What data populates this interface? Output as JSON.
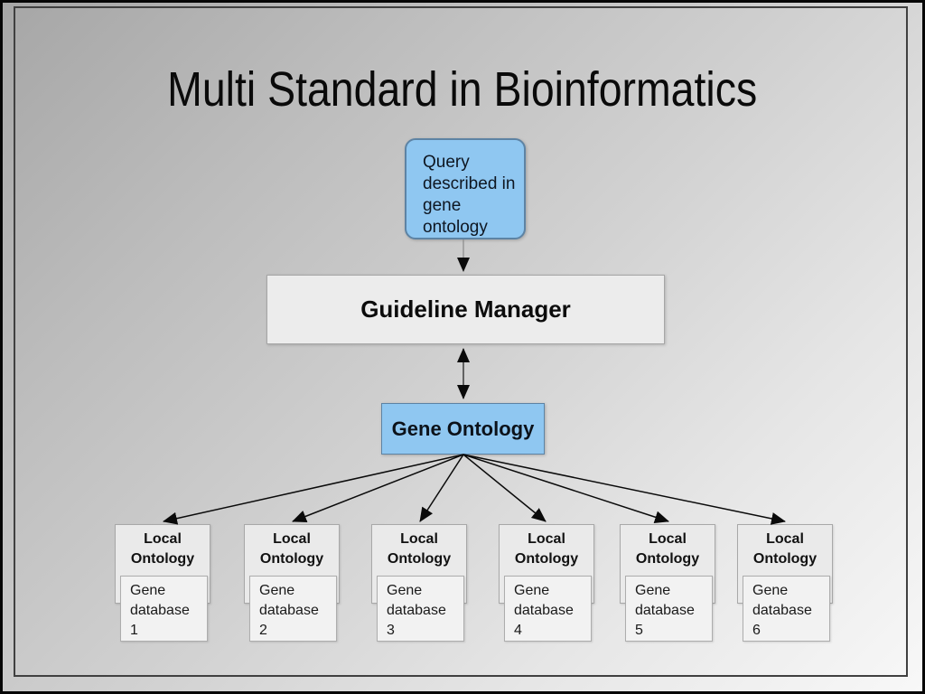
{
  "slide": {
    "title": "Multi Standard in Bioinformatics"
  },
  "diagram": {
    "query_box": {
      "label": "Query\ndescribed in\ngene\nontology"
    },
    "guideline_box": {
      "label": "Guideline Manager"
    },
    "gene_ontology_box": {
      "label": "Gene Ontology"
    },
    "local_groups": [
      {
        "ontology_label": "Local\nOntology",
        "database_label": "Gene\ndatabase\n1"
      },
      {
        "ontology_label": "Local\nOntology",
        "database_label": "Gene\ndatabase\n2"
      },
      {
        "ontology_label": "Local\nOntology",
        "database_label": "Gene\ndatabase\n3"
      },
      {
        "ontology_label": "Local\nOntology",
        "database_label": "Gene\ndatabase\n4"
      },
      {
        "ontology_label": "Local\nOntology",
        "database_label": "Gene\ndatabase\n5"
      },
      {
        "ontology_label": "Local\nOntology",
        "database_label": "Gene\ndatabase\n6"
      }
    ],
    "connections": [
      {
        "from": "query",
        "to": "guideline_manager",
        "type": "arrow"
      },
      {
        "from": "guideline_manager",
        "to": "gene_ontology",
        "type": "double_arrow"
      },
      {
        "from": "gene_ontology",
        "to": "local_ontology_1",
        "type": "arrow"
      },
      {
        "from": "gene_ontology",
        "to": "local_ontology_2",
        "type": "arrow"
      },
      {
        "from": "gene_ontology",
        "to": "local_ontology_3",
        "type": "arrow"
      },
      {
        "from": "gene_ontology",
        "to": "local_ontology_4",
        "type": "arrow"
      },
      {
        "from": "gene_ontology",
        "to": "local_ontology_5",
        "type": "arrow"
      },
      {
        "from": "gene_ontology",
        "to": "local_ontology_6",
        "type": "arrow"
      }
    ],
    "colors": {
      "blue_fill": "#8FC7F1",
      "blue_border": "#5D83A4",
      "gray_fill": "#ECECEC",
      "gray_border": "#A6A6A6",
      "arrow_black": "#0a0a0a",
      "connector_gray": "#8a8a8a"
    }
  }
}
